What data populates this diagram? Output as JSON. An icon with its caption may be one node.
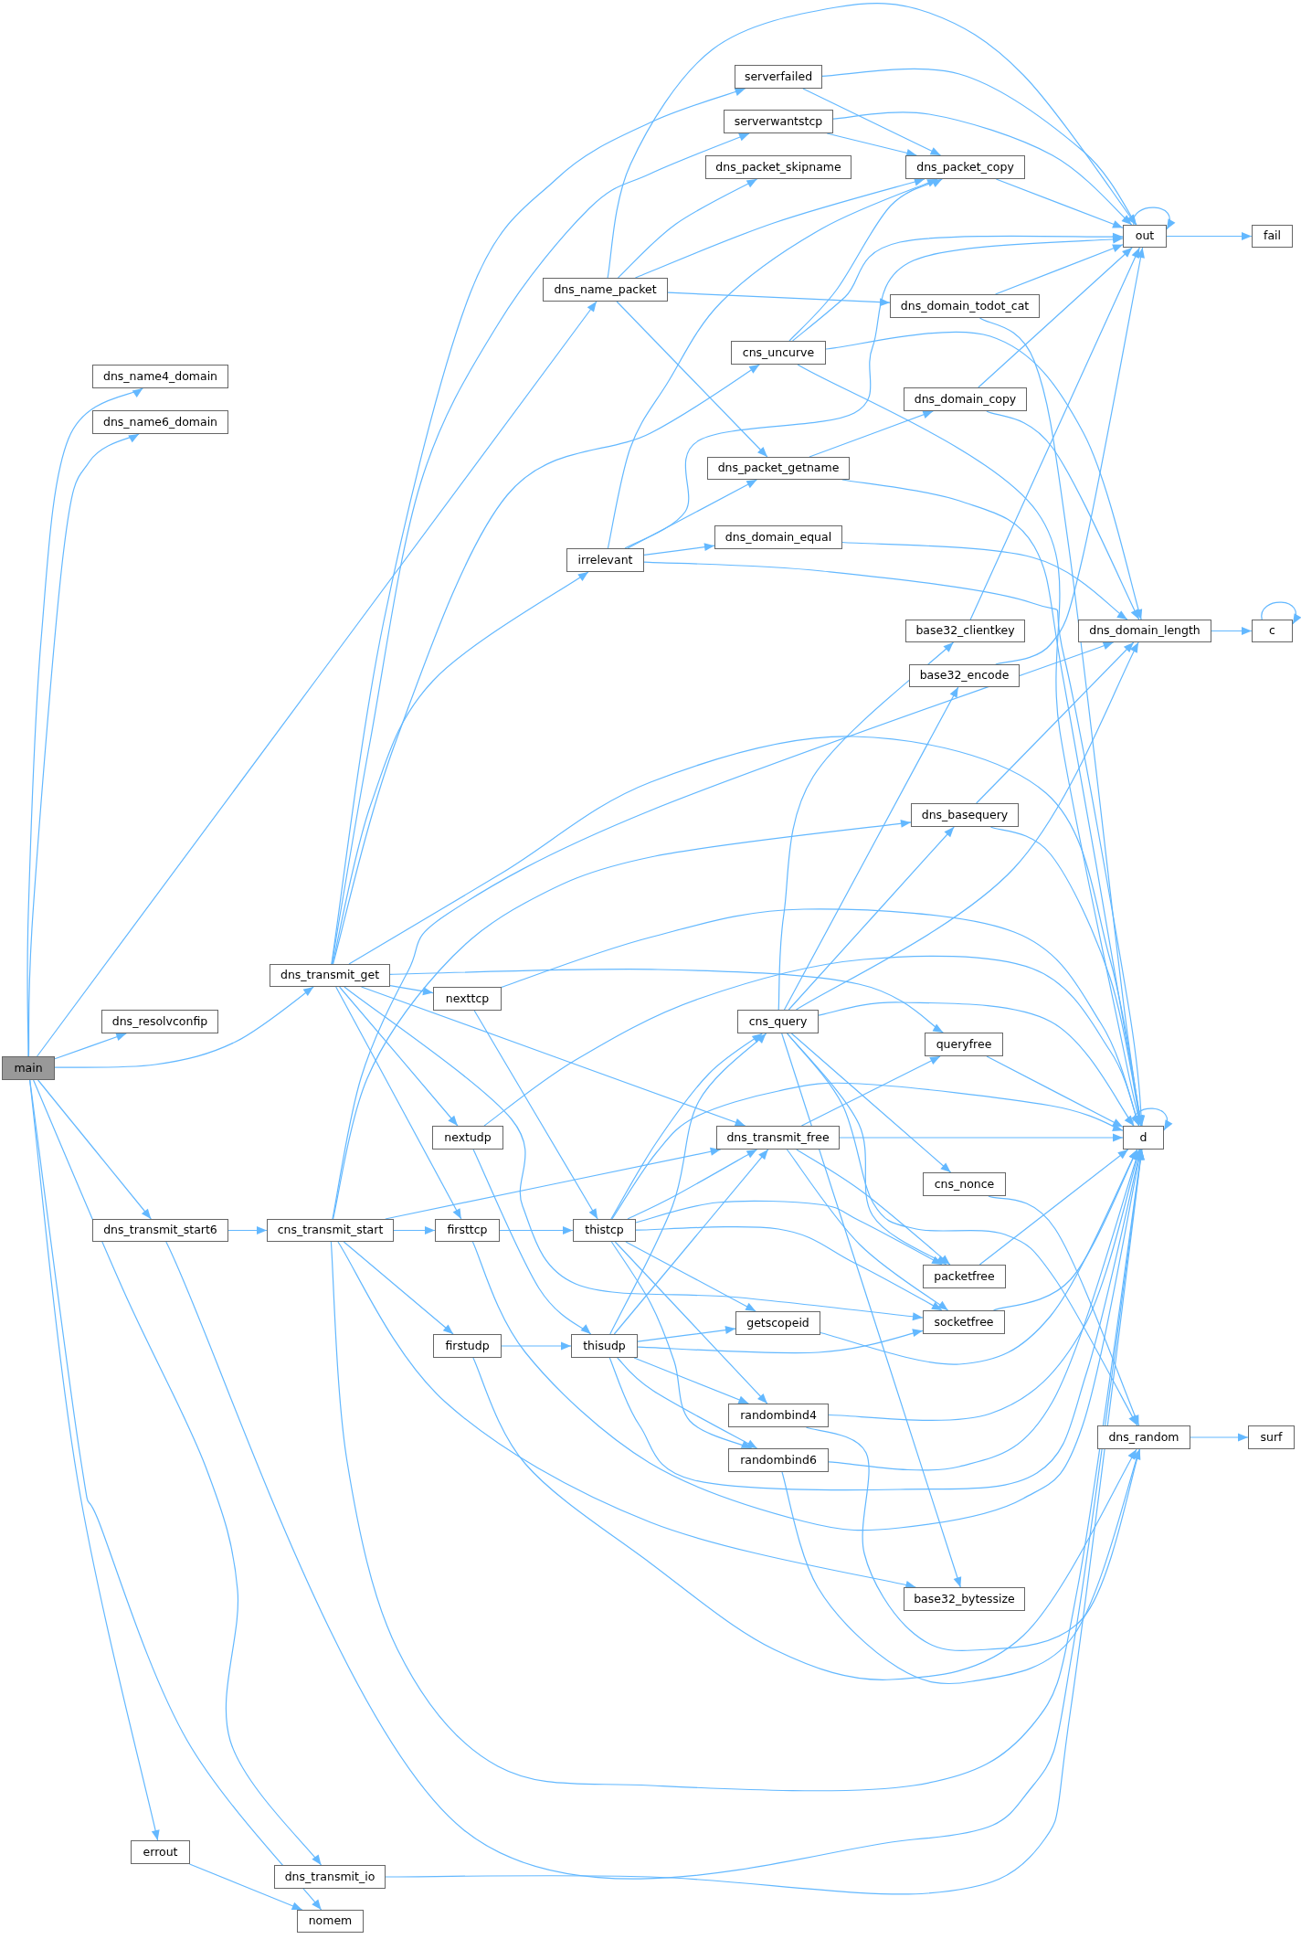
{
  "diagram": {
    "nodes": [
      {
        "text": [
          "main"
        ]
      },
      {
        "text": [
          "dns_name4_domain"
        ]
      },
      {
        "text": [
          "dns_name6_domain"
        ]
      },
      {
        "text": [
          "dns_resolvconfip"
        ]
      },
      {
        "text": [
          "dns_transmit_start6"
        ]
      },
      {
        "text": [
          "errout"
        ]
      },
      {
        "text": [
          "dns_transmit_get"
        ]
      },
      {
        "text": [
          "cns_transmit_start"
        ]
      },
      {
        "text": [
          "dns_transmit_io"
        ]
      },
      {
        "text": [
          "nomem"
        ]
      },
      {
        "text": [
          "nexttcp"
        ]
      },
      {
        "text": [
          "nextudp"
        ]
      },
      {
        "text": [
          "firsttcp"
        ]
      },
      {
        "text": [
          "firstudp"
        ]
      },
      {
        "text": [
          "dns_name_packet"
        ]
      },
      {
        "text": [
          "irrelevant"
        ]
      },
      {
        "text": [
          "thistcp"
        ]
      },
      {
        "text": [
          "thisudp"
        ]
      },
      {
        "text": [
          "serverfailed"
        ]
      },
      {
        "text": [
          "serverwantstcp"
        ]
      },
      {
        "text": [
          "dns_packet_skipname"
        ]
      },
      {
        "text": [
          "cns_uncurve"
        ]
      },
      {
        "text": [
          "dns_packet_getname"
        ]
      },
      {
        "text": [
          "dns_domain_equal"
        ]
      },
      {
        "text": [
          "cns_query"
        ]
      },
      {
        "text": [
          "dns_transmit_free"
        ]
      },
      {
        "text": [
          "getscopeid"
        ]
      },
      {
        "text": [
          "randombind4"
        ]
      },
      {
        "text": [
          "randombind6"
        ]
      },
      {
        "text": [
          "dns_packet_copy"
        ]
      },
      {
        "text": [
          "dns_domain_todot_cat"
        ]
      },
      {
        "text": [
          "dns_domain_copy"
        ]
      },
      {
        "text": [
          "base32_clientkey"
        ]
      },
      {
        "text": [
          "base32_encode"
        ]
      },
      {
        "text": [
          "dns_basequery"
        ]
      },
      {
        "text": [
          "queryfree"
        ]
      },
      {
        "text": [
          "cns_nonce"
        ]
      },
      {
        "text": [
          "packetfree"
        ]
      },
      {
        "text": [
          "socketfree"
        ]
      },
      {
        "text": [
          "base32_bytessize"
        ]
      },
      {
        "text": [
          "out"
        ]
      },
      {
        "text": [
          "dns_domain_length"
        ]
      },
      {
        "text": [
          "d"
        ]
      },
      {
        "text": [
          "dns_random"
        ]
      },
      {
        "text": [
          "fail"
        ]
      },
      {
        "text": [
          "c"
        ]
      },
      {
        "text": [
          "surf"
        ]
      }
    ],
    "edges": [
      {
        "from": 0,
        "to": 1,
        "arrow": "to"
      },
      {
        "from": 0,
        "to": 2,
        "arrow": "to"
      },
      {
        "from": 0,
        "to": 3,
        "arrow": "to"
      },
      {
        "from": 0,
        "to": 4,
        "arrow": "to"
      },
      {
        "from": 0,
        "to": 5,
        "arrow": "to"
      },
      {
        "from": 0,
        "to": 6,
        "arrow": "to"
      },
      {
        "from": 0,
        "to": 8,
        "arrow": "to"
      },
      {
        "from": 0,
        "to": 9,
        "arrow": "to"
      },
      {
        "from": 0,
        "to": 14,
        "arrow": "to"
      },
      {
        "from": 4,
        "to": 7,
        "arrow": "to"
      },
      {
        "from": 4,
        "to": 42,
        "arrow": "to"
      },
      {
        "from": 5,
        "to": 9,
        "arrow": "to"
      },
      {
        "from": 6,
        "to": 10,
        "arrow": "to"
      },
      {
        "from": 6,
        "to": 11,
        "arrow": "to"
      },
      {
        "from": 6,
        "to": 12,
        "arrow": "to"
      },
      {
        "from": 6,
        "to": 15,
        "arrow": "to"
      },
      {
        "from": 6,
        "to": 18,
        "arrow": "to"
      },
      {
        "from": 6,
        "to": 19,
        "arrow": "to"
      },
      {
        "from": 6,
        "to": 21,
        "arrow": "to"
      },
      {
        "from": 6,
        "to": 25,
        "arrow": "to"
      },
      {
        "from": 6,
        "to": 35,
        "arrow": "to"
      },
      {
        "from": 6,
        "to": 38,
        "arrow": "to"
      },
      {
        "from": 6,
        "to": 42,
        "arrow": "to"
      },
      {
        "from": 7,
        "to": 12,
        "arrow": "to"
      },
      {
        "from": 7,
        "to": 13,
        "arrow": "to"
      },
      {
        "from": 7,
        "to": 25,
        "arrow": "to"
      },
      {
        "from": 7,
        "to": 34,
        "arrow": "to"
      },
      {
        "from": 7,
        "to": 39,
        "arrow": "to"
      },
      {
        "from": 7,
        "to": 41,
        "arrow": "to"
      },
      {
        "from": 7,
        "to": 42,
        "arrow": "to"
      },
      {
        "from": 8,
        "to": 42,
        "arrow": "to"
      },
      {
        "from": 10,
        "to": 16,
        "arrow": "to"
      },
      {
        "from": 10,
        "to": 42,
        "arrow": "to"
      },
      {
        "from": 11,
        "to": 17,
        "arrow": "to"
      },
      {
        "from": 11,
        "to": 42,
        "arrow": "to"
      },
      {
        "from": 12,
        "to": 16,
        "arrow": "to"
      },
      {
        "from": 12,
        "to": 42,
        "arrow": "to"
      },
      {
        "from": 13,
        "to": 17,
        "arrow": "to"
      },
      {
        "from": 13,
        "to": 43,
        "arrow": "to"
      },
      {
        "from": 14,
        "to": 20,
        "arrow": "to"
      },
      {
        "from": 14,
        "to": 22,
        "arrow": "to"
      },
      {
        "from": 14,
        "to": 29,
        "arrow": "to"
      },
      {
        "from": 14,
        "to": 30,
        "arrow": "to"
      },
      {
        "from": 14,
        "to": 40,
        "arrow": "to"
      },
      {
        "from": 15,
        "to": 22,
        "arrow": "to"
      },
      {
        "from": 15,
        "to": 23,
        "arrow": "to"
      },
      {
        "from": 15,
        "to": 29,
        "arrow": "to"
      },
      {
        "from": 15,
        "to": 40,
        "arrow": "to"
      },
      {
        "from": 15,
        "to": 42,
        "arrow": "to"
      },
      {
        "from": 16,
        "to": 24,
        "arrow": "to"
      },
      {
        "from": 16,
        "to": 25,
        "arrow": "to"
      },
      {
        "from": 16,
        "to": 26,
        "arrow": "to"
      },
      {
        "from": 16,
        "to": 27,
        "arrow": "to"
      },
      {
        "from": 16,
        "to": 28,
        "arrow": "to"
      },
      {
        "from": 16,
        "to": 37,
        "arrow": "to"
      },
      {
        "from": 16,
        "to": 38,
        "arrow": "to"
      },
      {
        "from": 16,
        "to": 42,
        "arrow": "to"
      },
      {
        "from": 17,
        "to": 24,
        "arrow": "to"
      },
      {
        "from": 17,
        "to": 25,
        "arrow": "to"
      },
      {
        "from": 17,
        "to": 26,
        "arrow": "to"
      },
      {
        "from": 17,
        "to": 27,
        "arrow": "to"
      },
      {
        "from": 17,
        "to": 28,
        "arrow": "to"
      },
      {
        "from": 17,
        "to": 38,
        "arrow": "to"
      },
      {
        "from": 17,
        "to": 42,
        "arrow": "to"
      },
      {
        "from": 18,
        "to": 29,
        "arrow": "to"
      },
      {
        "from": 18,
        "to": 40,
        "arrow": "to"
      },
      {
        "from": 19,
        "to": 29,
        "arrow": "to"
      },
      {
        "from": 19,
        "to": 40,
        "arrow": "to"
      },
      {
        "from": 21,
        "to": 29,
        "arrow": "to"
      },
      {
        "from": 21,
        "to": 40,
        "arrow": "to"
      },
      {
        "from": 21,
        "to": 41,
        "arrow": "to"
      },
      {
        "from": 21,
        "to": 42,
        "arrow": "to"
      },
      {
        "from": 22,
        "to": 31,
        "arrow": "to"
      },
      {
        "from": 22,
        "to": 42,
        "arrow": "to"
      },
      {
        "from": 23,
        "to": 41,
        "arrow": "to"
      },
      {
        "from": 24,
        "to": 32,
        "arrow": "to"
      },
      {
        "from": 24,
        "to": 33,
        "arrow": "to"
      },
      {
        "from": 24,
        "to": 34,
        "arrow": "to"
      },
      {
        "from": 24,
        "to": 36,
        "arrow": "to"
      },
      {
        "from": 24,
        "to": 37,
        "arrow": "to"
      },
      {
        "from": 24,
        "to": 39,
        "arrow": "to"
      },
      {
        "from": 24,
        "to": 41,
        "arrow": "to"
      },
      {
        "from": 24,
        "to": 42,
        "arrow": "to"
      },
      {
        "from": 24,
        "to": 43,
        "arrow": "to"
      },
      {
        "from": 25,
        "to": 35,
        "arrow": "to"
      },
      {
        "from": 25,
        "to": 37,
        "arrow": "to"
      },
      {
        "from": 25,
        "to": 38,
        "arrow": "to"
      },
      {
        "from": 25,
        "to": 42,
        "arrow": "to"
      },
      {
        "from": 26,
        "to": 42,
        "arrow": "to"
      },
      {
        "from": 27,
        "to": 42,
        "arrow": "to"
      },
      {
        "from": 27,
        "to": 43,
        "arrow": "to"
      },
      {
        "from": 28,
        "to": 42,
        "arrow": "to"
      },
      {
        "from": 28,
        "to": 43,
        "arrow": "to"
      },
      {
        "from": 29,
        "to": 40,
        "arrow": "to"
      },
      {
        "from": 30,
        "to": 40,
        "arrow": "to"
      },
      {
        "from": 30,
        "to": 42,
        "arrow": "to"
      },
      {
        "from": 31,
        "to": 40,
        "arrow": "to"
      },
      {
        "from": 31,
        "to": 41,
        "arrow": "to"
      },
      {
        "from": 32,
        "to": 40,
        "arrow": "to"
      },
      {
        "from": 33,
        "to": 40,
        "arrow": "to"
      },
      {
        "from": 34,
        "to": 41,
        "arrow": "to"
      },
      {
        "from": 34,
        "to": 42,
        "arrow": "to"
      },
      {
        "from": 35,
        "to": 42,
        "arrow": "to"
      },
      {
        "from": 36,
        "to": 43,
        "arrow": "to"
      },
      {
        "from": 37,
        "to": 42,
        "arrow": "to"
      },
      {
        "from": 38,
        "to": 42,
        "arrow": "to"
      },
      {
        "from": 40,
        "to": 40,
        "arrow": "to"
      },
      {
        "from": 40,
        "to": 44,
        "arrow": "to"
      },
      {
        "from": 41,
        "to": 45,
        "arrow": "to"
      },
      {
        "from": 42,
        "to": 42,
        "arrow": "to"
      },
      {
        "from": 43,
        "to": 46,
        "arrow": "to"
      },
      {
        "from": 45,
        "to": 45,
        "arrow": "to"
      }
    ]
  }
}
